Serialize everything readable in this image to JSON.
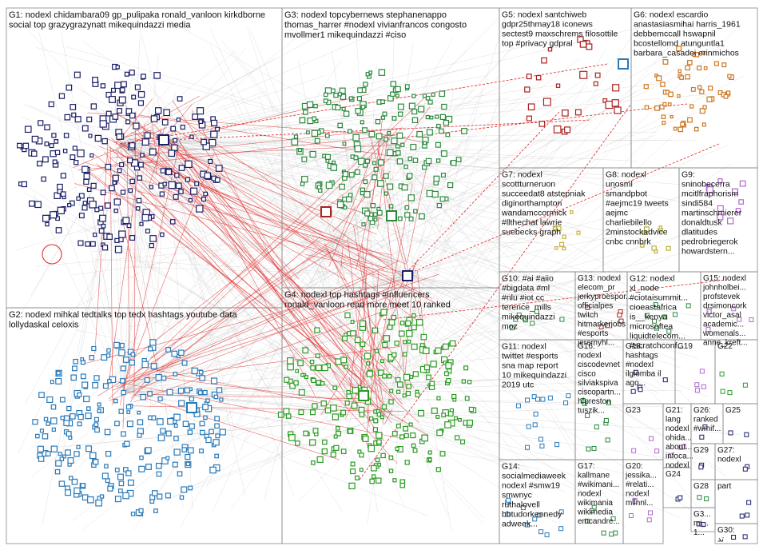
{
  "colors": {
    "border": "#888888",
    "gray_edge": "#bbbbbb",
    "red_edge": "#dd2222",
    "g1": "#1a1f66",
    "g2": "#2a7ab8",
    "g3": "#2b8a3e",
    "g4": "#2a9b22",
    "g5": "#aa2222",
    "g6": "#cc7722",
    "g7": "#c2b23a",
    "g8": "#b7b035",
    "g9": "#b06ad0"
  },
  "groups": [
    {
      "id": "g1",
      "color_key": "g1",
      "lines": [
        "G1: nodexl chidambara09 gp_pulipaka ronald_vanloon kirkdborne",
        "social top grazygrazynatt mikequindazzi media"
      ]
    },
    {
      "id": "g2",
      "color_key": "g2",
      "lines": [
        "G2: nodexl mihkal tedtalks top tedx hashtags youtube data",
        "lollydaskal celoxis"
      ]
    },
    {
      "id": "g3",
      "color_key": "g3",
      "lines": [
        "G3: nodexl topcybernews stephanenappo",
        "thomas_harrer #nodexl vivianfrancos congosto",
        "mvollmer1 mikequindazzi #ciso"
      ]
    },
    {
      "id": "g4",
      "color_key": "g4",
      "lines": [
        "G4: nodexl top hashtags #influencers",
        "ronald_vanloon read more meet 10 ranked"
      ]
    },
    {
      "id": "g5",
      "color_key": "g5",
      "lines": [
        "G5: nodexl santchiweb",
        "gdpr25thmay18 iconews",
        "sectest9 maxschrems filosottile",
        "top #privacy gdpral"
      ]
    },
    {
      "id": "g6",
      "color_key": "g6",
      "lines": [
        "G6: nodexl escardio",
        "anastasiasmihai harris_1961",
        "debbemccall hswapnil",
        "bcostellomd atunguntla1",
        "barbara_casadei erinmichos"
      ]
    },
    {
      "id": "g7",
      "color_key": "g7",
      "lines": [
        "G7: nodexl",
        "scottturneruon",
        "succeedat8 atstepniak",
        "diginorthampton",
        "wandamccormick",
        "#llthechat lawrie",
        "suebecks graph"
      ]
    },
    {
      "id": "g8",
      "color_key": "g8",
      "lines": [
        "G8: nodexl",
        "unosml",
        "smandpbot",
        "#aejmc19 tweets",
        "aejmc",
        "charliebilello",
        "2minstockadvice",
        "cnbc cnnbrk"
      ]
    },
    {
      "id": "g9",
      "color_key": "g9",
      "lines": [
        "G9:",
        "sninobecerra",
        "mcitlfraphorism",
        "sindi584",
        "martinschmierer",
        "donaldtusk",
        "dlatitudes",
        "pedrobriegerok",
        "howardstern..."
      ]
    },
    {
      "id": "g10",
      "color_key": "g3",
      "lines": [
        "G10: #ai #aiio",
        "#bigdata #ml",
        "#nlu #iot cc",
        "terence_mills",
        "mikequindazzi",
        "moz"
      ]
    },
    {
      "id": "g13",
      "color_key": "g5",
      "lines": [
        "G13: nodexl",
        "elecom_pr",
        "jerkyproespor...",
        "officialpes",
        "twitch",
        "hitmarkerjobs",
        "#esports",
        "jeremyhl..."
      ]
    },
    {
      "id": "g12",
      "color_key": "g3",
      "lines": [
        "G12: nodexl",
        "xl_node",
        "#ciotaisummit...",
        "cioeastafrica",
        "is__kenya",
        "microsoftea",
        "liquidtelecom...",
        "#scratchconf..."
      ]
    },
    {
      "id": "g15",
      "color_key": "g9",
      "lines": [
        "G15: nodexl",
        "johnholbei...",
        "profstevek",
        "drsimoncork",
        "victor_asal",
        "academic...",
        "womenals...",
        "anne_kreft..."
      ]
    },
    {
      "id": "g11",
      "color_key": "g2",
      "lines": [
        "G11: nodexl",
        "twittet #esports",
        "sna map report",
        "10 mikequindazzi",
        "2019 utc"
      ]
    },
    {
      "id": "g16",
      "color_key": "g3",
      "lines": [
        "G16:",
        "nodexl",
        "ciscodevnet",
        "cisco",
        "silviakspiva",
        "ciscopartn...",
        "hfpreston",
        "tuszik..."
      ]
    },
    {
      "id": "g18",
      "color_key": "g1",
      "lines": [
        "G18:",
        "hashtags",
        "#nodexl",
        "ilgiomba il",
        "ago..."
      ]
    },
    {
      "id": "g19",
      "color_key": "g9",
      "lines": [
        "G19"
      ]
    },
    {
      "id": "g22",
      "color_key": "g4",
      "lines": [
        "G22"
      ]
    },
    {
      "id": "g23",
      "color_key": "g9",
      "lines": [
        "G23"
      ]
    },
    {
      "id": "g21",
      "color_key": "g9",
      "lines": [
        "G21:",
        "lang",
        "nodexl",
        "ohida...",
        "about...",
        "infoca...",
        "nodexl"
      ]
    },
    {
      "id": "g26",
      "color_key": "g1",
      "lines": [
        "G26:",
        "ranked",
        "#wmif..."
      ]
    },
    {
      "id": "g25",
      "color_key": "g1",
      "lines": [
        "G25"
      ]
    },
    {
      "id": "g14",
      "color_key": "g2",
      "lines": [
        "G14:",
        "socialmediaweek",
        "nodexl #smw19",
        "smwnyc",
        "ruthalovell",
        "bbtudorkennedy",
        "adweek..."
      ]
    },
    {
      "id": "g17",
      "color_key": "g3",
      "lines": [
        "G17:",
        "kallmane",
        "#wikimani...",
        "nodexl",
        "wikimania",
        "wikimedia",
        "emcandre..."
      ]
    },
    {
      "id": "g20",
      "color_key": "g9",
      "lines": [
        "G20:",
        "jessika...",
        "#relati...",
        "nodexl",
        "mllnnl..."
      ]
    },
    {
      "id": "g24",
      "color_key": "g1",
      "lines": [
        "G24"
      ]
    },
    {
      "id": "g29",
      "color_key": "g1",
      "lines": [
        "G29"
      ]
    },
    {
      "id": "g27",
      "color_key": "g1",
      "lines": [
        "G27:",
        "nodexl"
      ]
    },
    {
      "id": "g28",
      "color_key": "g3",
      "lines": [
        "G28"
      ]
    },
    {
      "id": "g31",
      "color_key": "g1",
      "lines": [
        "G3...",
        "mi...",
        "1..."
      ]
    },
    {
      "id": "g32",
      "color_key": "g1",
      "lines": [
        "part"
      ]
    },
    {
      "id": "g30",
      "color_key": "g1",
      "lines": [
        "G30:",
        "تد"
      ]
    }
  ]
}
